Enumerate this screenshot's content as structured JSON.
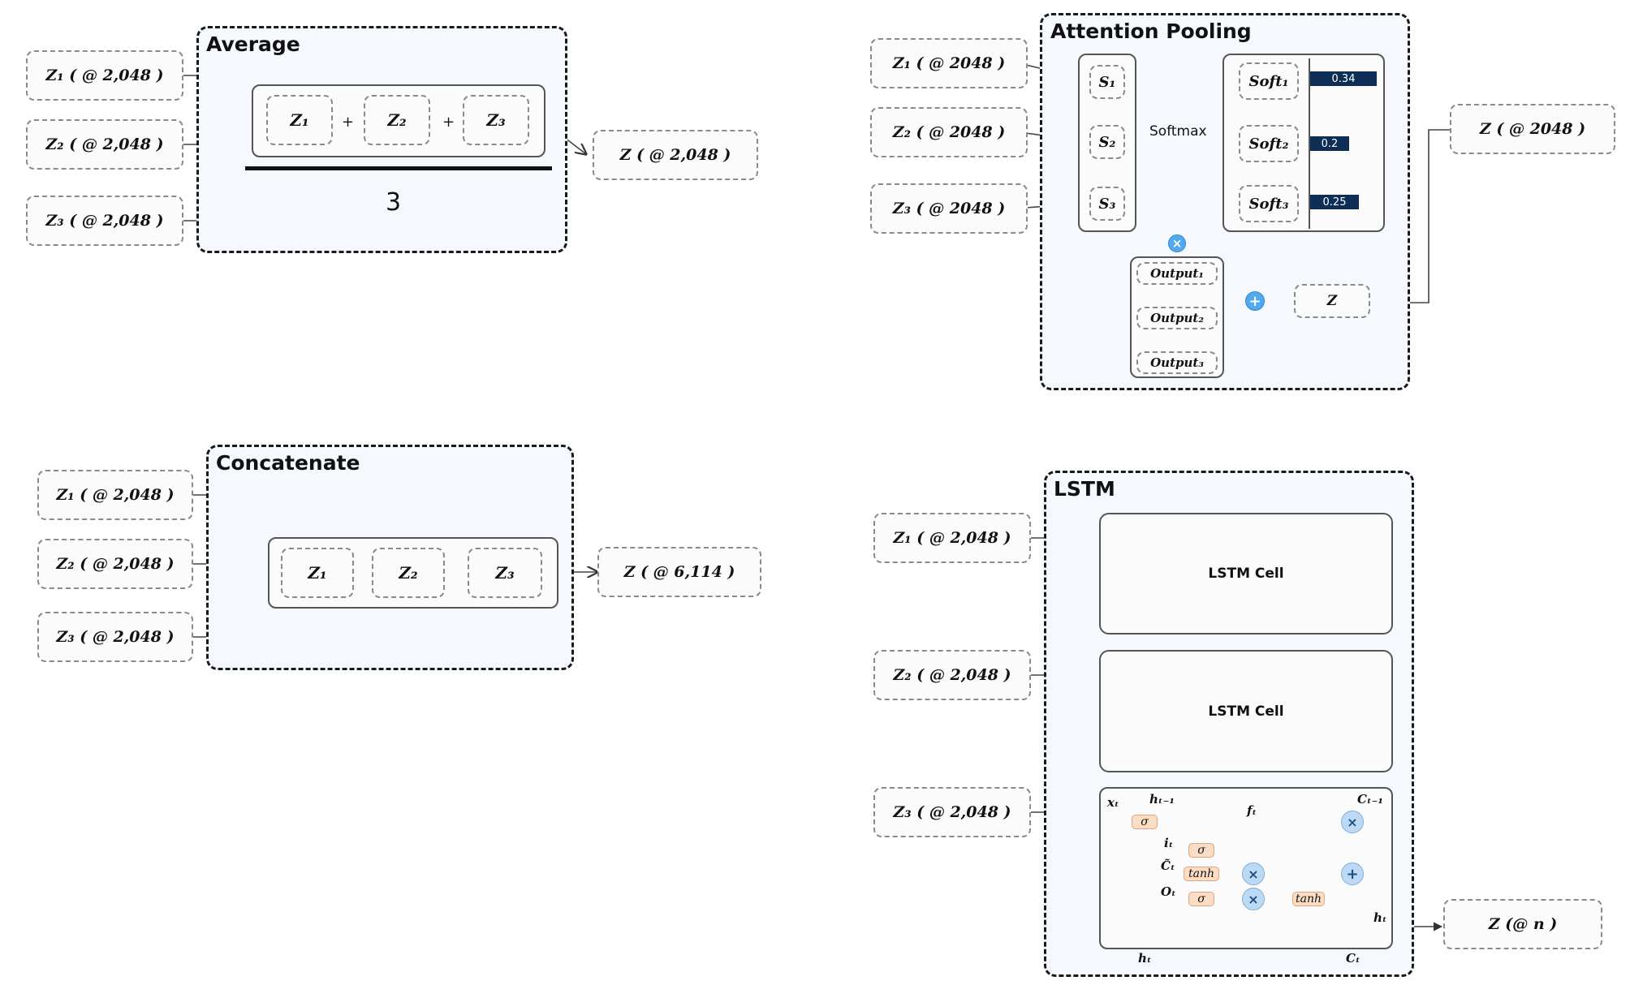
{
  "average": {
    "title": "Average",
    "inputs": [
      "Z₁ ( @ 2,048 )",
      "Z₂ ( @ 2,048 )",
      "Z₃ ( @ 2,048 )"
    ],
    "terms": [
      "Z₁",
      "Z₂",
      "Z₃"
    ],
    "plus": "+",
    "divisor": "3",
    "output": "Z ( @ 2,048 )"
  },
  "attention": {
    "title": "Attention Pooling",
    "inputs": [
      "Z₁ ( @ 2048 )",
      "Z₂ ( @ 2048 )",
      "Z₃ ( @ 2048 )"
    ],
    "scores": [
      "S₁",
      "S₂",
      "S₃"
    ],
    "softmax_label": "Softmax",
    "softs": [
      "Soft₁",
      "Soft₂",
      "Soft₃"
    ],
    "weights": [
      {
        "label": "0.34",
        "value": 0.34
      },
      {
        "label": "0.2",
        "value": 0.2
      },
      {
        "label": "0.25",
        "value": 0.25
      }
    ],
    "multiply": "×",
    "add": "+",
    "outputs": [
      "Output₁",
      "Output₂",
      "Output₃"
    ],
    "z": "Z",
    "output": "Z ( @ 2048 )"
  },
  "concatenate": {
    "title": "Concatenate",
    "inputs": [
      "Z₁ ( @ 2,048 )",
      "Z₂ ( @ 2,048 )",
      "Z₃ ( @ 2,048 )"
    ],
    "terms": [
      "Z₁",
      "Z₂",
      "Z₃"
    ],
    "output": "Z ( @ 6,114 )"
  },
  "lstm": {
    "title": "LSTM",
    "inputs": [
      "Z₁ ( @ 2,048 )",
      "Z₂ ( @ 2,048 )",
      "Z₃ ( @ 2,048 )"
    ],
    "cells": [
      "LSTM Cell",
      "LSTM Cell"
    ],
    "labels": {
      "xt": "xₜ",
      "ht_1": "hₜ₋₁",
      "ft": "fₜ",
      "ct_1": "Cₜ₋₁",
      "it": "iₜ",
      "ct_tilde": "C̃ₜ",
      "ot": "Oₜ",
      "ht_out": "hₜ",
      "ht_bottom": "hₜ",
      "ct_bottom": "Cₜ"
    },
    "gates": {
      "sigma": "σ",
      "tanh": "tanh"
    },
    "ops": {
      "mul": "×",
      "add": "+"
    },
    "output": "Z (@ n )"
  }
}
